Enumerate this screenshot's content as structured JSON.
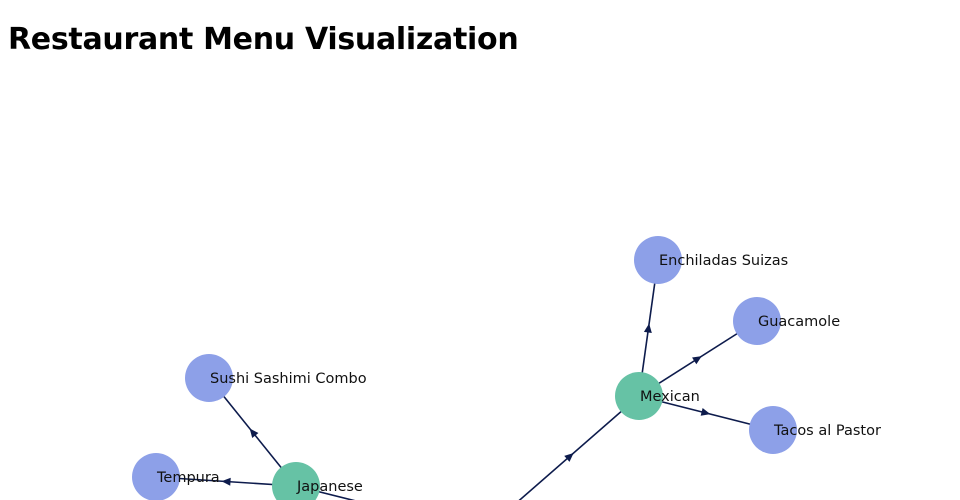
{
  "title": "Restaurant Menu Visualization",
  "colors": {
    "cuisine_node": "#66c2a5",
    "dish_node": "#8da0e8",
    "edge": "#0d1b4c",
    "label": "#111111",
    "background": "#ffffff"
  },
  "graph": {
    "nodes": [
      {
        "id": "mexican",
        "label": "Mexican",
        "kind": "cuisine"
      },
      {
        "id": "enchiladas",
        "label": "Enchiladas Suizas",
        "kind": "dish"
      },
      {
        "id": "guacamole",
        "label": "Guacamole",
        "kind": "dish"
      },
      {
        "id": "tacos",
        "label": "Tacos al Pastor",
        "kind": "dish"
      },
      {
        "id": "japanese",
        "label": "Japanese",
        "kind": "cuisine"
      },
      {
        "id": "sushi",
        "label": "Sushi Sashimi Combo",
        "kind": "dish"
      },
      {
        "id": "tempura",
        "label": "Tempura",
        "kind": "dish"
      }
    ],
    "edges": [
      {
        "from": "mexican",
        "to": "enchiladas"
      },
      {
        "from": "mexican",
        "to": "guacamole"
      },
      {
        "from": "mexican",
        "to": "tacos"
      },
      {
        "from": "japanese",
        "to": "sushi"
      },
      {
        "from": "japanese",
        "to": "tempura"
      }
    ]
  }
}
